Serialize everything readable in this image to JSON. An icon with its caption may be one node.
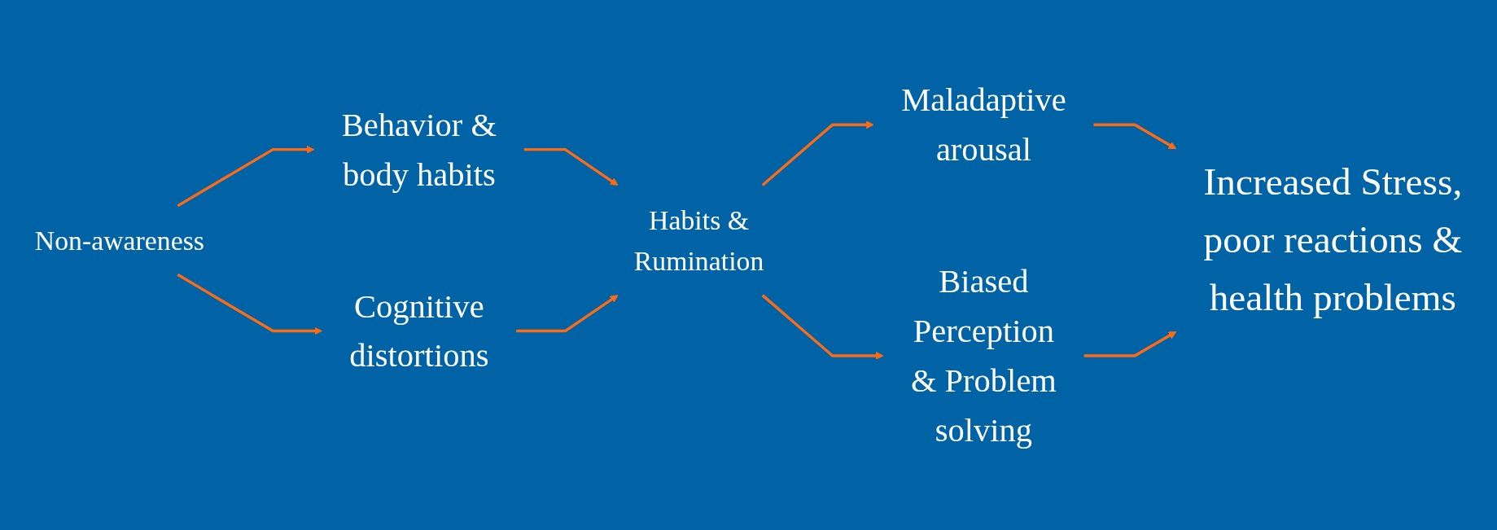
{
  "diagram": {
    "nodes": [
      {
        "text": [
          "Non-awareness"
        ]
      },
      {
        "text": [
          "Behavior & body habits"
        ]
      },
      {
        "text": [
          "Cognitive distortions"
        ]
      },
      {
        "text": [
          "Habits & Rumination"
        ]
      },
      {
        "text": [
          "Maladaptive arousal"
        ]
      },
      {
        "text": [
          "Biased Perception & Problem solving"
        ]
      },
      {
        "text": [
          "Increased Stress, poor reactions & health problems"
        ]
      }
    ],
    "edges": [
      {
        "from": 0,
        "to": 1,
        "arrow": "to"
      },
      {
        "from": 0,
        "to": 2,
        "arrow": "to"
      },
      {
        "from": 1,
        "to": 3,
        "arrow": "to"
      },
      {
        "from": 2,
        "to": 3,
        "arrow": "to"
      },
      {
        "from": 3,
        "to": 4,
        "arrow": "to"
      },
      {
        "from": 3,
        "to": 5,
        "arrow": "to"
      },
      {
        "from": 4,
        "to": 6,
        "arrow": "to"
      },
      {
        "from": 5,
        "to": 6,
        "arrow": "to"
      }
    ]
  }
}
